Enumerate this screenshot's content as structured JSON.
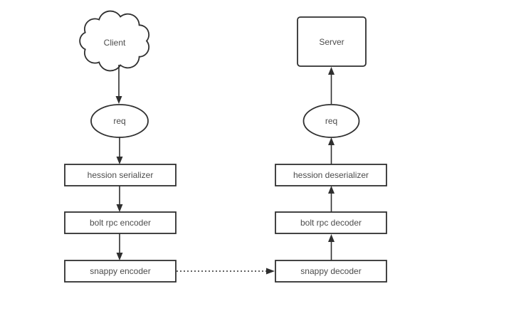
{
  "diagram": {
    "colors": {
      "stroke": "#2f2f2f",
      "text": "#4c4c4c",
      "background": "#ffffff"
    },
    "client_flow": {
      "client_label": "Client",
      "req_label": "req",
      "steps": [
        "hession serializer",
        "bolt rpc encoder",
        "snappy encoder"
      ]
    },
    "server_flow": {
      "server_label": "Server",
      "req_label": "req",
      "steps": [
        "hession deserializer",
        "bolt rpc decoder",
        "snappy decoder"
      ]
    },
    "edges": [
      {
        "from": "client",
        "to": "req-left",
        "style": "solid-arrow"
      },
      {
        "from": "req-left",
        "to": "hession-serializer",
        "style": "solid-arrow"
      },
      {
        "from": "hession-serializer",
        "to": "bolt-rpc-encoder",
        "style": "solid-arrow"
      },
      {
        "from": "bolt-rpc-encoder",
        "to": "snappy-encoder",
        "style": "solid-arrow"
      },
      {
        "from": "snappy-encoder",
        "to": "snappy-decoder",
        "style": "dotted-arrow"
      },
      {
        "from": "snappy-decoder",
        "to": "bolt-rpc-decoder",
        "style": "solid-arrow"
      },
      {
        "from": "bolt-rpc-decoder",
        "to": "hession-deserializer",
        "style": "solid-arrow"
      },
      {
        "from": "hession-deserializer",
        "to": "req-right",
        "style": "solid-arrow"
      },
      {
        "from": "req-right",
        "to": "server",
        "style": "solid-arrow"
      }
    ]
  }
}
